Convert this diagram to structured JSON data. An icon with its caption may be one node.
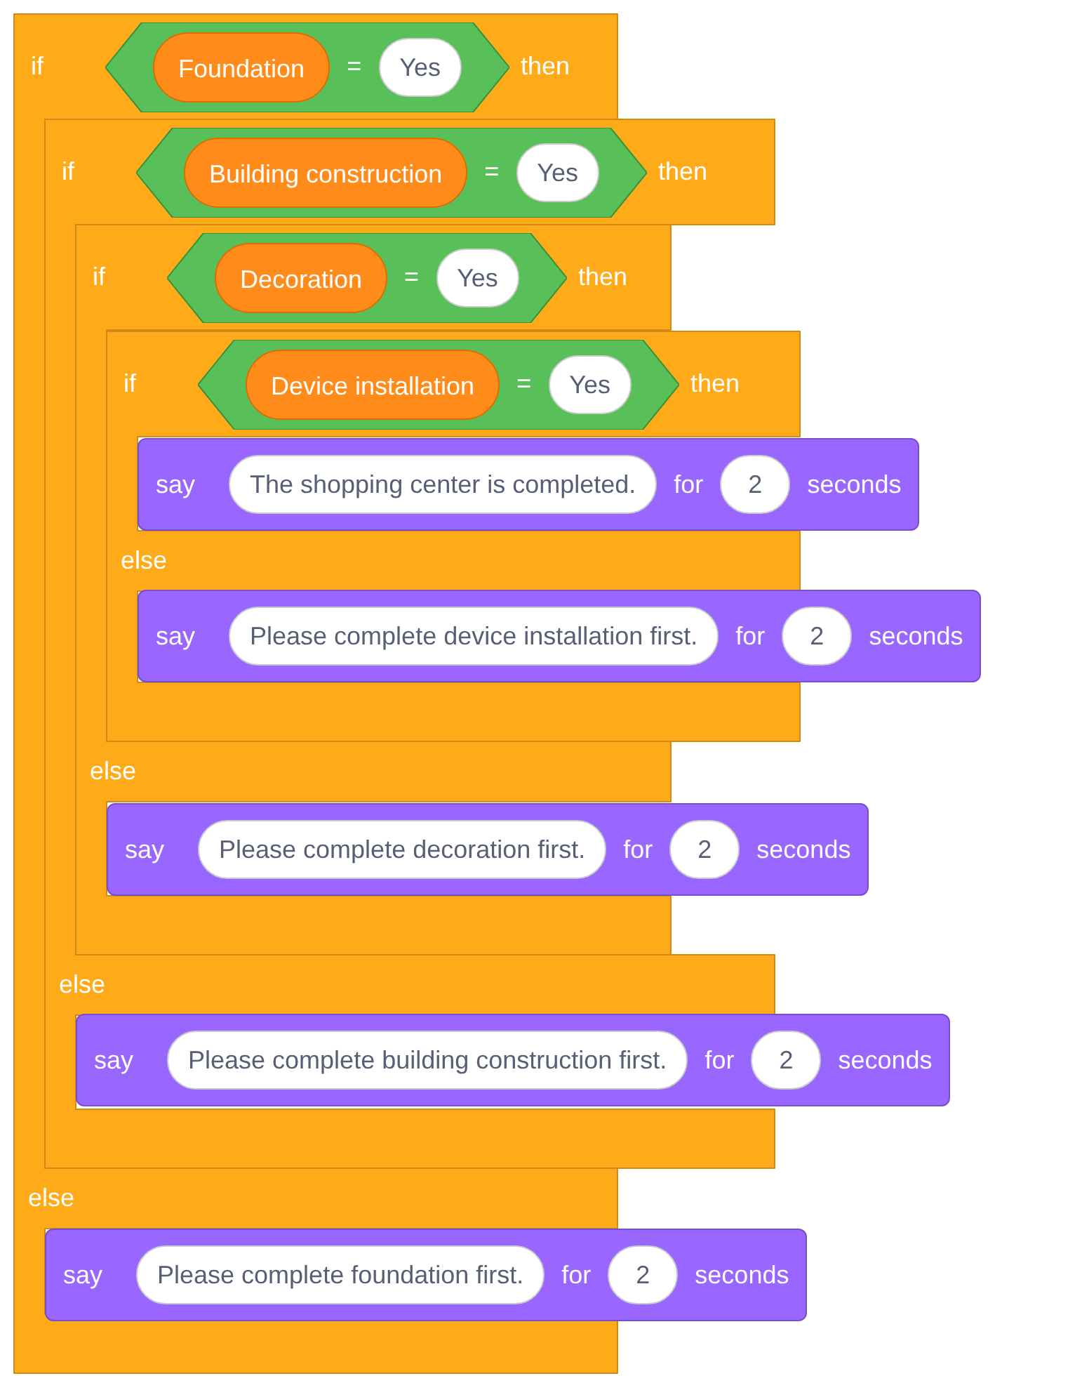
{
  "diagram": {
    "nodes": [
      {
        "text": [
          "if",
          "then",
          "else"
        ]
      },
      {
        "text": [
          "="
        ],
        "in": 0
      },
      {
        "text": [
          "Foundation"
        ],
        "in": 1
      },
      {
        "text": [
          "Yes"
        ],
        "in": 1
      },
      {
        "text": [
          "if",
          "then",
          "else"
        ]
      },
      {
        "text": [
          "="
        ],
        "in": 4
      },
      {
        "text": [
          "Building construction"
        ],
        "in": 5
      },
      {
        "text": [
          "Yes"
        ],
        "in": 5
      },
      {
        "text": [
          "if",
          "then",
          "else"
        ]
      },
      {
        "text": [
          "="
        ],
        "in": 8
      },
      {
        "text": [
          "Decoration"
        ],
        "in": 9
      },
      {
        "text": [
          "Yes"
        ],
        "in": 9
      },
      {
        "text": [
          "if",
          "then",
          "else"
        ]
      },
      {
        "text": [
          "="
        ],
        "in": 12
      },
      {
        "text": [
          "Device installation"
        ],
        "in": 13
      },
      {
        "text": [
          "Yes"
        ],
        "in": 13
      },
      {
        "text": [
          "say",
          "for",
          "seconds"
        ]
      },
      {
        "text": [
          "The shopping center is completed."
        ],
        "in": 16
      },
      {
        "text": [
          "2"
        ],
        "in": 16
      },
      {
        "text": [
          "say",
          "for",
          "seconds"
        ]
      },
      {
        "text": [
          "Please complete device installation first."
        ],
        "in": 19
      },
      {
        "text": [
          "2"
        ],
        "in": 19
      },
      {
        "text": [
          "say",
          "for",
          "seconds"
        ]
      },
      {
        "text": [
          "Please complete decoration first."
        ],
        "in": 22
      },
      {
        "text": [
          "2"
        ],
        "in": 22
      },
      {
        "text": [
          "say",
          "for",
          "seconds"
        ]
      },
      {
        "text": [
          "Please complete building construction first."
        ],
        "in": 25
      },
      {
        "text": [
          "2"
        ],
        "in": 25
      },
      {
        "text": [
          "say",
          "for",
          "seconds"
        ]
      },
      {
        "text": [
          "Please complete foundation first."
        ],
        "in": 28
      },
      {
        "text": [
          "2"
        ],
        "in": 28
      }
    ]
  }
}
